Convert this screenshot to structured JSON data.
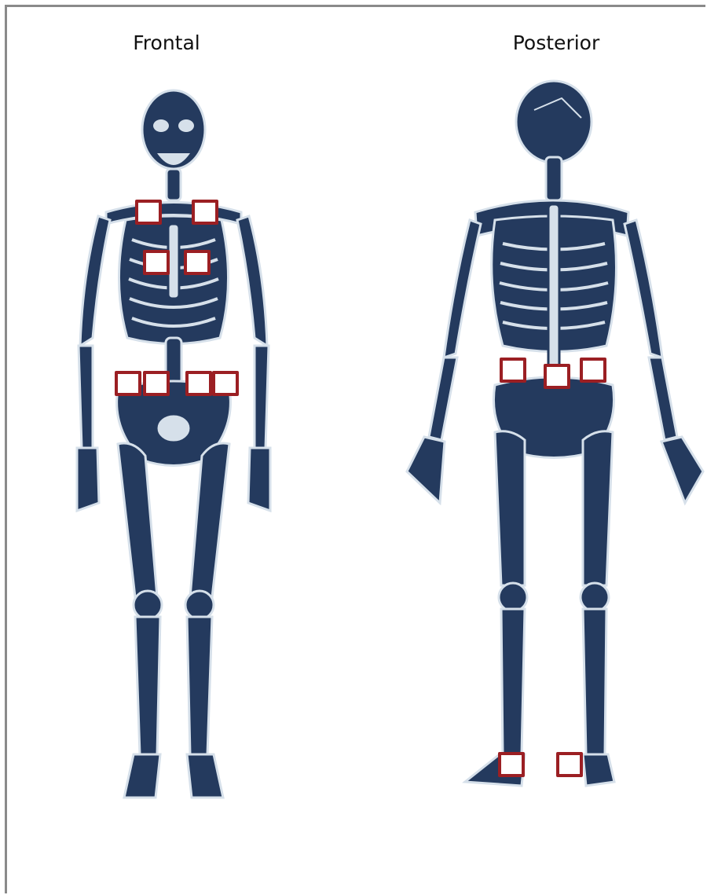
{
  "labels": {
    "frontal": "Frontal",
    "posterior": "Posterior"
  },
  "colors": {
    "bone_dark": "#243a5e",
    "bone_light": "#d6e0ea",
    "marker_border": "#9b1f23",
    "frame": "#8a8a8a"
  },
  "views": [
    {
      "view": "frontal",
      "marker_count": 8,
      "marker_regions": [
        "left-shoulder",
        "right-shoulder",
        "left-upper-chest",
        "right-upper-chest",
        "left-outer-hip",
        "left-inner-hip",
        "right-inner-hip",
        "right-outer-hip"
      ]
    },
    {
      "view": "posterior",
      "marker_count": 5,
      "marker_regions": [
        "left-pelvis",
        "sacrum",
        "right-pelvis",
        "left-heel",
        "right-heel"
      ]
    }
  ]
}
